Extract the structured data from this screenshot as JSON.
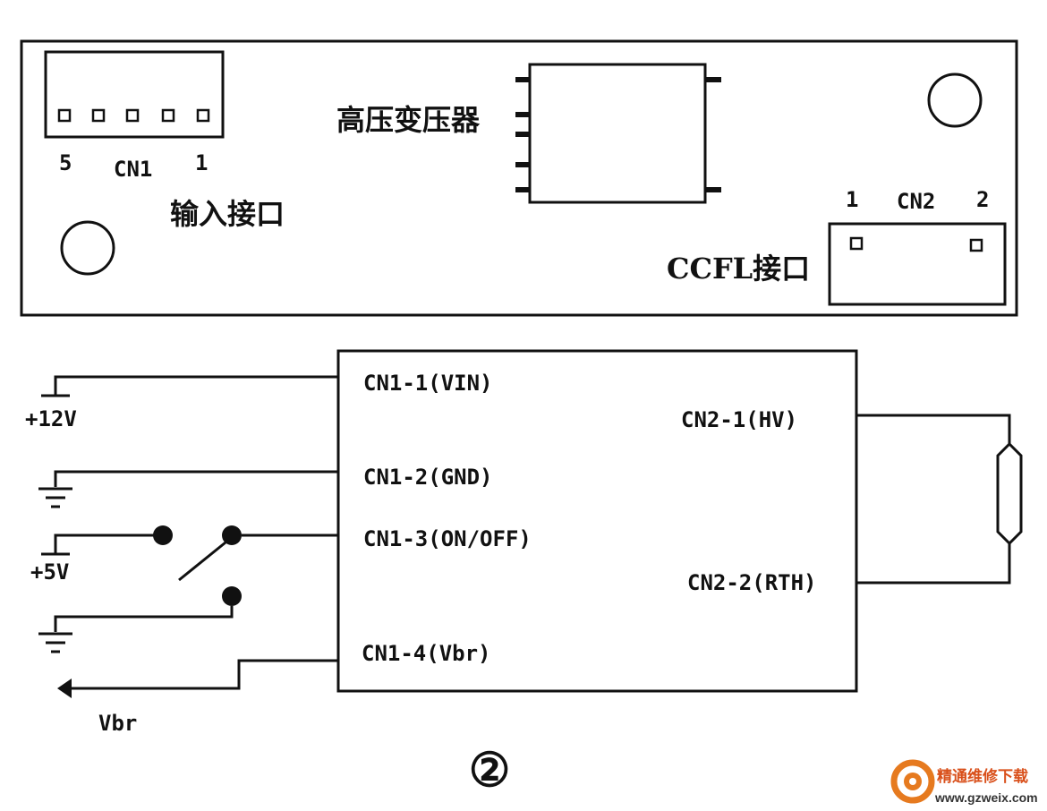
{
  "board": {
    "cn1_pin_left": "5",
    "cn1_name": "CN1",
    "cn1_pin_right": "1",
    "input_label": "输入接口",
    "transformer_label": "高压变压器",
    "cn2_pin_left": "1",
    "cn2_name": "CN2",
    "cn2_pin_right": "2",
    "ccfl_label": "CCFL接口"
  },
  "schematic": {
    "cn1_1": "CN1-1(VIN)",
    "cn1_2": "CN1-2(GND)",
    "cn1_3": "CN1-3(ON/OFF)",
    "cn1_4": "CN1-4(Vbr)",
    "cn2_1": "CN2-1(HV)",
    "cn2_2": "CN2-2(RTH)",
    "plus12v": "+12V",
    "plus5v": "+5V",
    "vbr": "Vbr"
  },
  "figure_number": "②",
  "watermark": {
    "site_name": "精通维修下载",
    "site_url": "www.gzweix.com"
  }
}
